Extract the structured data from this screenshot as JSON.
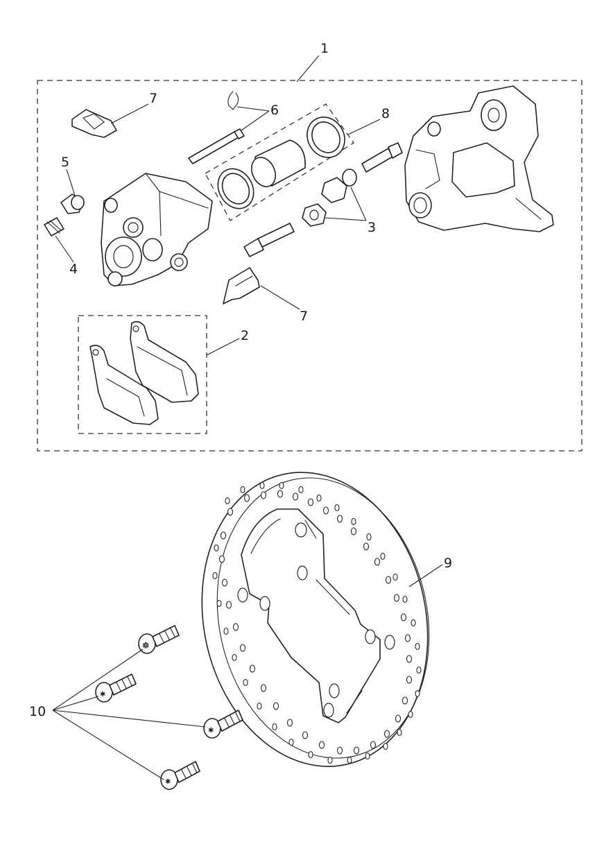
{
  "callouts": [
    {
      "id": "1",
      "label": "1"
    },
    {
      "id": "2",
      "label": "2"
    },
    {
      "id": "3",
      "label": "3"
    },
    {
      "id": "4",
      "label": "4"
    },
    {
      "id": "5",
      "label": "5"
    },
    {
      "id": "6",
      "label": "6"
    },
    {
      "id": "7a",
      "label": "7"
    },
    {
      "id": "7b",
      "label": "7"
    },
    {
      "id": "8",
      "label": "8"
    },
    {
      "id": "9",
      "label": "9"
    },
    {
      "id": "10",
      "label": "10"
    }
  ]
}
